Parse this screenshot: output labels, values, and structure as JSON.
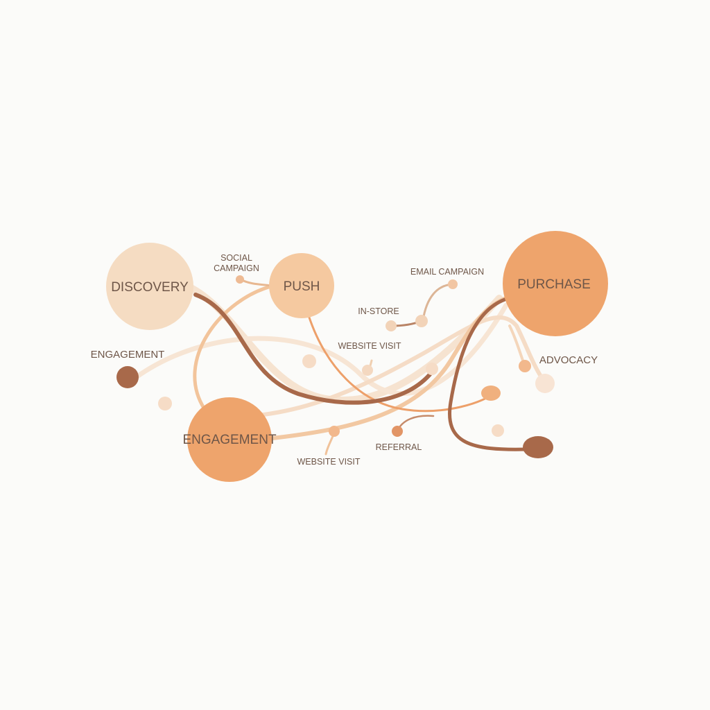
{
  "nodes": {
    "discovery": {
      "label": "DISCOVERY",
      "color": "#f5dcc2"
    },
    "push": {
      "label": "PUSH",
      "color": "#f5c9a0"
    },
    "engagement_main": {
      "label": "ENGAGEMENT",
      "color": "#eea46c"
    },
    "purchase": {
      "label": "PURCHASE",
      "color": "#eea46c"
    }
  },
  "touchpoints": {
    "engagement_side": "ENGAGEMENT",
    "social_campaign_line1": "SOCIAL",
    "social_campaign_line2": "CAMPAIGN",
    "email_campaign": "EMAIL CAMPAIGN",
    "in_store": "IN-STORE",
    "website_visit_upper": "WEBSITE VISIT",
    "website_visit_lower": "WEBSITE VISIT",
    "referral": "REFERRAL",
    "advocacy": "ADVOCACY"
  },
  "colors": {
    "dark_brown": "#a8694a",
    "light_peach": "#f5d2b1",
    "orange": "#eda26c",
    "pale": "#f6e3d0"
  }
}
